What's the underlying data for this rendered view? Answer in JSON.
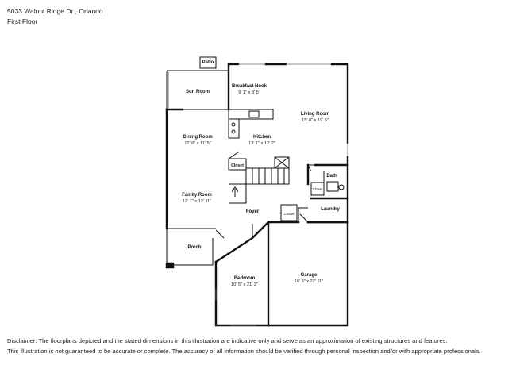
{
  "header": {
    "address": "5033 Walnut Ridge Dr , Orlando",
    "floor": "First Floor"
  },
  "rooms": {
    "patio": {
      "name": "Patio"
    },
    "sun_room": {
      "name": "Sun Room"
    },
    "breakfast_nook": {
      "name": "Breakfast Nook",
      "dims": "9' 1\" x 9' 5\""
    },
    "living_room": {
      "name": "Living Room",
      "dims": "15' 8\" x 19' 5\""
    },
    "dining_room": {
      "name": "Dining Room",
      "dims": "12' 6\" x 11' 5\""
    },
    "kitchen": {
      "name": "Kitchen",
      "dims": "13' 1\" x 12' 2\""
    },
    "closet_kitchen": {
      "name": "Closet"
    },
    "bath": {
      "name": "Bath"
    },
    "closet_bath": {
      "name": "Closet"
    },
    "family_room": {
      "name": "Family Room",
      "dims": "12' 7\" x 12' 11\""
    },
    "foyer": {
      "name": "Foyer"
    },
    "closet_foyer": {
      "name": "Closet"
    },
    "laundry": {
      "name": "Laundry"
    },
    "porch": {
      "name": "Porch"
    },
    "bedroom": {
      "name": "Bedroom",
      "dims": "10' 5\" x 21' 3\""
    },
    "garage": {
      "name": "Garage",
      "dims": "16' 8\" x 22' 11\""
    }
  },
  "disclaimer": {
    "line1": "Disclaimer: The floorplans depicted and the stated dimensions in this illustration are indicative only and serve as an approximation of existing structures and features.",
    "line2": "This illustration is not guaranteed to be accurate or complete. The accuracy of all information should be verified through personal inspection and/or with appropriate professionals."
  }
}
